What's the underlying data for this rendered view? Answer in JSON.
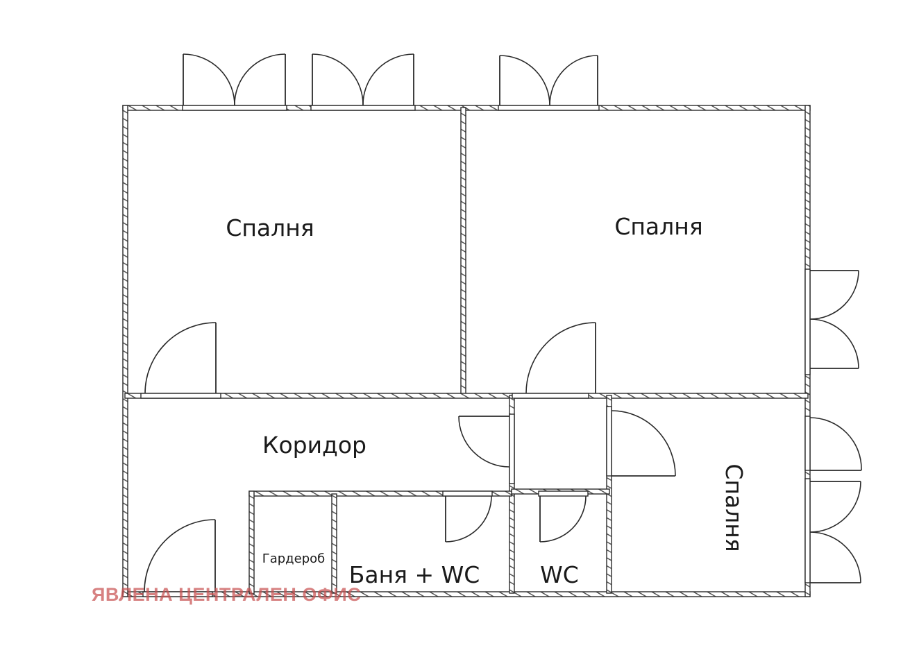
{
  "plan": {
    "rooms": [
      {
        "id": "bedroom-1",
        "label": "Спалня"
      },
      {
        "id": "bedroom-2",
        "label": "Спалня"
      },
      {
        "id": "bedroom-3",
        "label": "Спалня"
      },
      {
        "id": "corridor",
        "label": "Коридор"
      },
      {
        "id": "wardrobe",
        "label": "Гардероб"
      },
      {
        "id": "bathroom",
        "label": "Баня + WC"
      },
      {
        "id": "toilet",
        "label": "WC"
      }
    ],
    "watermark": "ЯВЛЕНА ЦЕНТРАЛЕН ОФИС",
    "colors": {
      "wall": "#2a2a2a",
      "background": "#ffffff",
      "watermark": "#c85050"
    }
  }
}
